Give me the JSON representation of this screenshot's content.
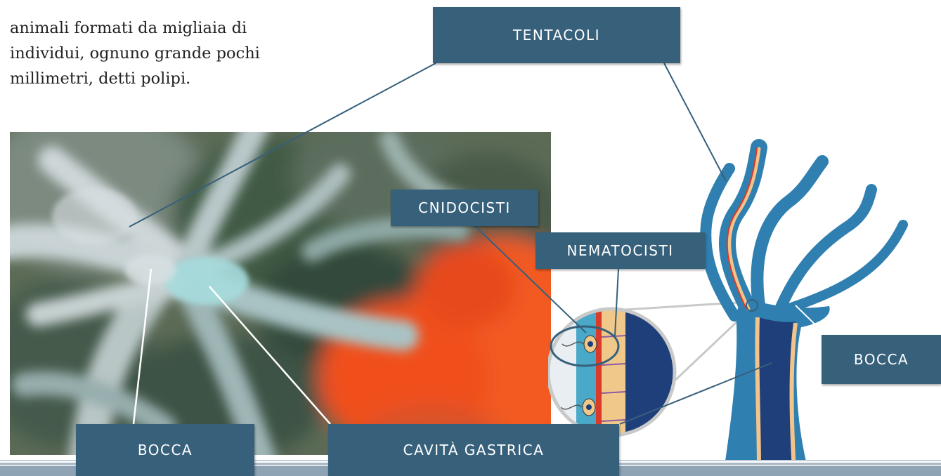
{
  "intro": {
    "line1": "animali formati da migliaia di",
    "line2": "individui, ognuno grande pochi",
    "line3": "millimetri, detti polipi."
  },
  "labels": {
    "tentacoli": "TENTACOLI",
    "cnidocisti": "CNIDOCISTI",
    "nematocisti": "NEMATOCISTI",
    "bocca_right": "BOCCA",
    "bocca_left": "BOCCA",
    "cavita": "CAVITÀ GASTRICA"
  },
  "colors": {
    "label_bg": "#37607b",
    "label_text": "#ffffff",
    "leader_dark": "#37607b",
    "leader_light": "#ffffff",
    "coral_orange": "#f0501e",
    "polyp_blue": "#2f7fb0"
  },
  "icons": {
    "photo": "coral-polyp-photo",
    "diagram": "polyp-anatomy-illustration"
  }
}
